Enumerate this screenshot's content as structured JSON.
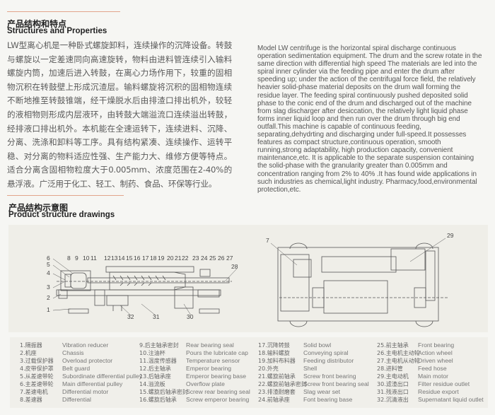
{
  "section1": {
    "title_cn": "产品结构和特点",
    "title_en": "Structures and Properties",
    "body_cn": "LW型离心机是一种卧式螺旋卸料，连续操作的沉降设备。转鼓与螺旋以一定差速同向高速旋转，物料由进料管连续引入输料螺旋内筒，加速后进入转鼓，在离心力场作用下，较重的固相物沉积在转鼓壁上形成沉渣层。输料螺旋将沉积的固相物连续不断地推至转鼓锥端，经干燥脱水后由排渣口排出机外，较轻的液相物则形成内层液环，由转鼓大端溢流口连续溢出转鼓，经排液口排出机外。本机能在全速运转下，连续进料、沉降、分离、洗涤和卸料等工序。具有结构紧凑、连续操作、运转平稳、对分离的物料适应性强、生产能力大、维修方便等特点。适合分离含固相物粒度大于0.005mm、浓度范围在2-40%的悬浮液。广泛用于化工、轻工、制药、食品、环保等行业。",
    "body_en": "Model LW centrifuge is the horizontal spiral discharge continuous operation sedimentation equipment. The drum and the screw rotate in the same direction with differential high speed The materials are led into the spiral inner cylinder via the feeding pipe and enter the drum after speeding up; under the action of the centrifugal force field, the relatively heavier solid-phase material deposits on the drum wall forming the residue layer. The feeding spiral continuously pushed deposited solid phase to the conic end of the drum and discharged out of the machine from slag discharger after desiccation, the relatively light liquid phase forms inner liquid loop and then run over the drum through big end outfall.This machine is capable of continuous feeding, separating,dehydrting and discharging under full-speed.It possesses features as compact structure,continuous operation, smooth running,strong adaptability, high production capacity, convenient maintenance,etc. It is applicable to the separate suspension containing the solid-phase with the granularity greater than 0.005mm and concentration ranging from 2% to 40% .It has found wide applications in such industries as chemical,light industry. Pharmacy,food,environmental protection,etc."
  },
  "section2": {
    "title_cn": "产品结构示意图",
    "title_en": "Product structure drawings"
  },
  "callouts": [
    "1",
    "2",
    "3",
    "4",
    "5",
    "6",
    "7",
    "8",
    "9",
    "10",
    "11",
    "12",
    "13",
    "14",
    "15",
    "16",
    "17",
    "18",
    "19",
    "20",
    "21",
    "22",
    "23",
    "24",
    "25",
    "26",
    "27",
    "28",
    "29",
    "30",
    "31",
    "32"
  ],
  "legend": [
    [
      {
        "cn": "1.隔振器",
        "en": "Vibration reducer"
      },
      {
        "cn": "2.机座",
        "en": "Chassis"
      },
      {
        "cn": "3.过载保护器",
        "en": "Overload protector"
      },
      {
        "cn": "4.皮带保护罩",
        "en": "Belt guard"
      },
      {
        "cn": "5.从差速带轮",
        "en": "Subordinate differential pulley"
      },
      {
        "cn": "6.主差速带轮",
        "en": "Main differential pulley"
      },
      {
        "cn": "7.差速电机",
        "en": "Differential motor"
      },
      {
        "cn": "8.差速器",
        "en": "Differential"
      }
    ],
    [
      {
        "cn": "9.后主轴承密封",
        "en": "Rear bearing seal"
      },
      {
        "cn": "10.注油杯",
        "en": "Pours the lubricate cap"
      },
      {
        "cn": "11.温度传感器",
        "en": "Temperature sensor"
      },
      {
        "cn": "12.后主轴承",
        "en": "Emperor bearing"
      },
      {
        "cn": "13.后轴承座",
        "en": "Emperor bearing base"
      },
      {
        "cn": "14.溢流板",
        "en": "Overflow plate"
      },
      {
        "cn": "15.螺旋后轴承密封",
        "en": "Screw rear bearing seal"
      },
      {
        "cn": "16.螺旋后轴承",
        "en": "Screw emperor bearing"
      }
    ],
    [
      {
        "cn": "17.沉降转鼓",
        "en": "Solid bowl"
      },
      {
        "cn": "18.输料螺旋",
        "en": "Conveying spiral"
      },
      {
        "cn": "19.加料布料器",
        "en": "Feeding distributor"
      },
      {
        "cn": "20.外壳",
        "en": "Shell"
      },
      {
        "cn": "21.螺旋前轴承",
        "en": "Screw front bearing"
      },
      {
        "cn": "22.螺旋前轴承密封",
        "en": "Screw front bearing seal"
      },
      {
        "cn": "23.排渣耐磨套",
        "en": "Slag wear set"
      },
      {
        "cn": "24.前轴承座",
        "en": "Font bearing base"
      }
    ],
    [
      {
        "cn": "25.前主轴承",
        "en": "Front bearing"
      },
      {
        "cn": "26.主电机主动轮",
        "en": "Action wheel"
      },
      {
        "cn": "27.主电机从动轮",
        "en": "Driven wheel"
      },
      {
        "cn": "28.进料管",
        "en": "Feed hose"
      },
      {
        "cn": "29.主电动机",
        "en": "Main motor"
      },
      {
        "cn": "30.滤渣出口",
        "en": "Filter residue outlet"
      },
      {
        "cn": "31.残液出口",
        "en": "Residue export"
      },
      {
        "cn": "32.沉清液出",
        "en": "Supernatant liquid outlet"
      }
    ]
  ],
  "colors": {
    "accent_rule": "#e2a58c",
    "panel": "#efeee8",
    "text": "#555555"
  }
}
